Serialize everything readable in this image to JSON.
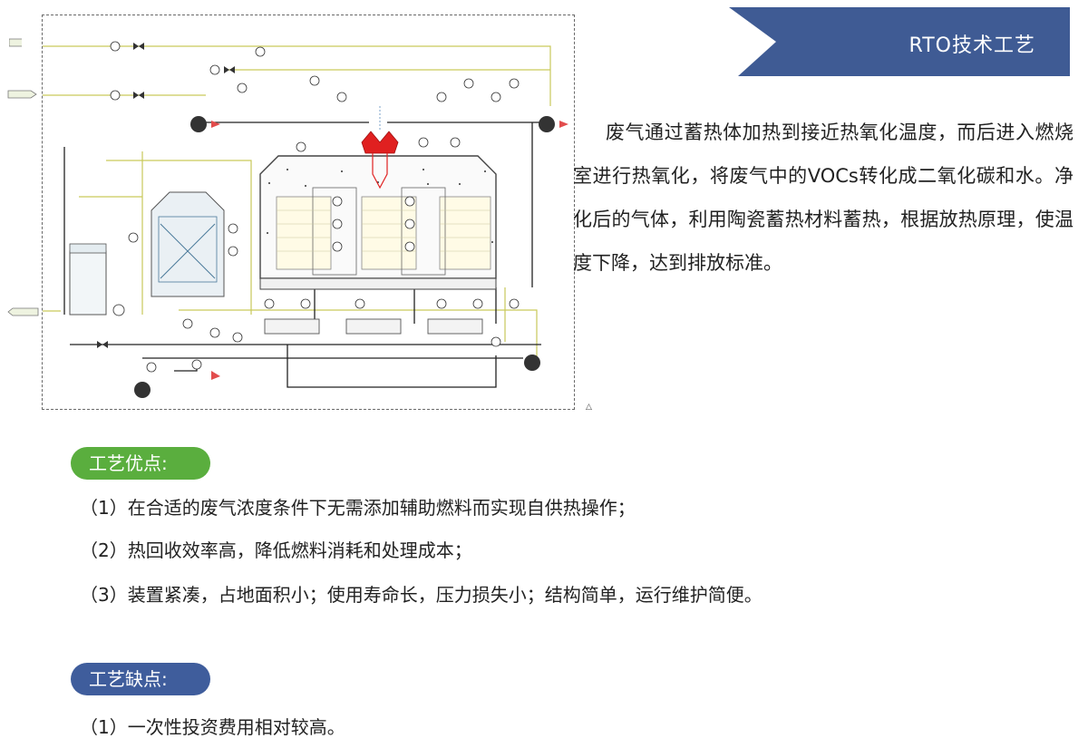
{
  "header": {
    "title": "RTO技术工艺",
    "banner_color": "#3f5b94"
  },
  "description": "废气通过蓄热体加热到接近热氧化温度，而后进入燃烧室进行热氧化，将废气中的VOCs转化成二氧化碳和水。净化后的气体，利用陶瓷蓄热材料蓄热，根据放热原理，使温度下降，达到排放标准。",
  "advantages": {
    "label": "工艺优点:",
    "color": "#5aae3e",
    "items": [
      "（1）在合适的废气浓度条件下无需添加辅助燃料而实现自供热操作；",
      "（2）热回收效率高，降低燃料消耗和处理成本；",
      "（3）装置紧凑，占地面积小；使用寿命长，压力损失小；结构简单，运行维护简便。"
    ]
  },
  "disadvantages": {
    "label": "工艺缺点:",
    "color": "#3f5d9c",
    "items": [
      "（1）一次性投资费用相对较高。"
    ]
  },
  "diagram": {
    "icons": [
      "pump-icon",
      "burner-icon",
      "valve-icon",
      "instrument-icon"
    ],
    "line_colors": {
      "process": "#222222",
      "utility": "#c9c95a",
      "burner": "#e02020",
      "tag": "#2e8b7a"
    }
  }
}
